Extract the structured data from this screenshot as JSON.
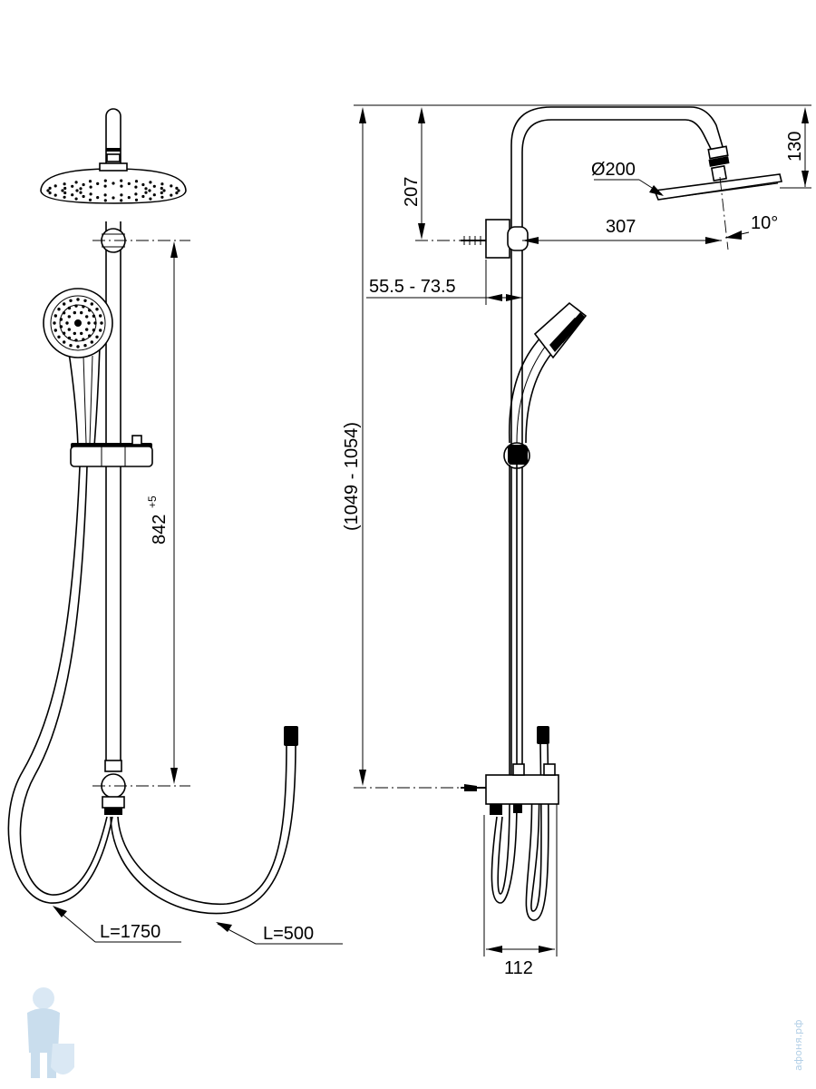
{
  "dimensions": {
    "front_height": "842",
    "front_height_tolerance": "+5",
    "hose_long": "L=1750",
    "hose_short": "L=500",
    "side_height": "(1049 - 1054)",
    "head_drop": "207",
    "head_top": "130",
    "head_diameter": "Ø200",
    "arm_reach": "307",
    "tilt_angle": "10°",
    "wall_offset": "55.5 - 73.5",
    "mixer_width": "112"
  },
  "watermark": {
    "text": "афоня.рф"
  },
  "colors": {
    "line": "#000000",
    "background": "#ffffff",
    "watermark": "#9ec3e0"
  }
}
